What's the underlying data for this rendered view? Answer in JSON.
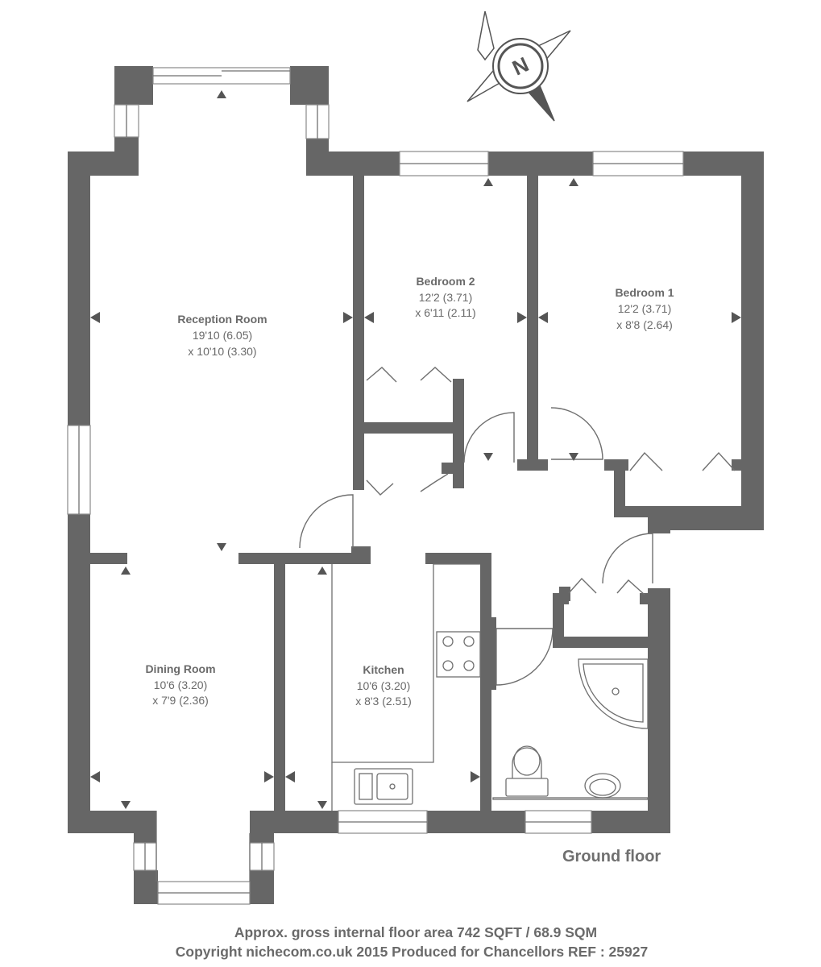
{
  "compass": {
    "letter": "N",
    "icon": "compass-north-icon"
  },
  "rooms": {
    "reception": {
      "name": "Reception Room",
      "dim1": "19'10 (6.05)",
      "dim2": "x 10'10 (3.30)"
    },
    "bedroom2": {
      "name": "Bedroom 2",
      "dim1": "12'2 (3.71)",
      "dim2": "x 6'11 (2.11)"
    },
    "bedroom1": {
      "name": "Bedroom 1",
      "dim1": "12'2 (3.71)",
      "dim2": "x 8'8 (2.64)"
    },
    "dining": {
      "name": "Dining Room",
      "dim1": "10'6 (3.20)",
      "dim2": "x 7'9 (2.36)"
    },
    "kitchen": {
      "name": "Kitchen",
      "dim1": "10'6 (3.20)",
      "dim2": "x 8'3 (2.51)"
    }
  },
  "floor_label": "Ground floor",
  "footer": {
    "area": "Approx. gross internal floor area 742 SQFT / 68.9 SQM",
    "copyright": "Copyright nichecom.co.uk 2015 Produced for Chancellors REF : 25927"
  },
  "colors": {
    "wall": "#666666",
    "text": "#6a6a6a"
  }
}
